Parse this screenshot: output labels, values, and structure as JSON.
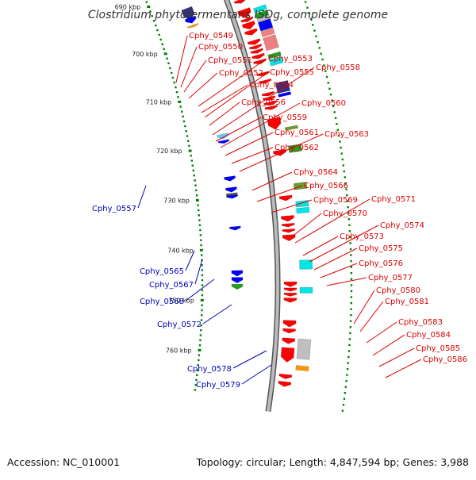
{
  "title": "Clostridium phytofermentans ISDg, complete genome",
  "accession": "Accession: NC_010001",
  "topology": "Topology: circular; Length: 4,847,594 bp; Genes: 3,988",
  "colors": {
    "red": "#ff0000",
    "light_red": "#f08080",
    "blue": "#0000ff",
    "navy": "#333380",
    "cyan": "#00e5e5",
    "light_blue": "#66ccff",
    "green": "#22a022",
    "olive": "#6b9b2e",
    "orange": "#ff9900",
    "gray": "#bfbfbf",
    "dark_gray": "#555555",
    "tick_green": "#008000",
    "label_red": "#dd0000",
    "label_blue": "#0000bb"
  },
  "ticks": [
    "690 kbp",
    "700 kbp",
    "710 kbp",
    "720 kbp",
    "730 kbp",
    "740 kbp",
    "750 kbp",
    "760 kbp"
  ],
  "labels_right": [
    "Cphy_0549",
    "Cphy_0550",
    "Cphy_0551",
    "Cphy_0552",
    "Cphy_0553",
    "Cphy_0554",
    "Cphy_0555",
    "Cphy_0556",
    "Cphy_0558",
    "Cphy_0559",
    "Cphy_0560",
    "Cphy_0561",
    "Cphy_0562",
    "Cphy_0563",
    "Cphy_0564",
    "Cphy_0566",
    "Cphy_0569",
    "Cphy_0570",
    "Cphy_0571",
    "Cphy_0573",
    "Cphy_0574",
    "Cphy_0575",
    "Cphy_0576",
    "Cphy_0577",
    "Cphy_0580",
    "Cphy_0581",
    "Cphy_0583",
    "Cphy_0584",
    "Cphy_0585",
    "Cphy_0586"
  ],
  "labels_left": [
    "Cphy_0557",
    "Cphy_0565",
    "Cphy_0567",
    "Cphy_0568",
    "Cphy_0572",
    "Cphy_0578",
    "Cphy_0579"
  ],
  "features_outer": [
    {
      "pos": 687.5,
      "len": 1.2,
      "color": "red"
    },
    {
      "pos": 693.2,
      "len": 1.5,
      "color": "red"
    },
    {
      "pos": 694.9,
      "len": 0.7,
      "color": "red"
    },
    {
      "pos": 696.8,
      "len": 1.6,
      "color": "red"
    },
    {
      "pos": 698.5,
      "len": 0.6,
      "color": "red"
    },
    {
      "pos": 699.3,
      "len": 1.2,
      "color": "red"
    },
    {
      "pos": 700.7,
      "len": 0.9,
      "color": "red"
    },
    {
      "pos": 702.6,
      "len": 0.8,
      "color": "red"
    },
    {
      "pos": 703.6,
      "len": 0.6,
      "color": "red"
    },
    {
      "pos": 704.4,
      "len": 0.6,
      "color": "red"
    },
    {
      "pos": 705.3,
      "len": 0.7,
      "color": "red"
    },
    {
      "pos": 706.3,
      "len": 0.7,
      "color": "red"
    },
    {
      "pos": 708.6,
      "len": 0.6,
      "color": "red"
    },
    {
      "pos": 710.0,
      "len": 0.6,
      "color": "red"
    },
    {
      "pos": 712.3,
      "len": 0.6,
      "color": "red"
    },
    {
      "pos": 713.1,
      "len": 0.6,
      "color": "red"
    },
    {
      "pos": 714.0,
      "len": 0.6,
      "color": "red"
    },
    {
      "pos": 714.8,
      "len": 0.6,
      "color": "red"
    },
    {
      "pos": 717.0,
      "len": 2.0,
      "color": "red"
    },
    {
      "pos": 722.8,
      "len": 1.0,
      "color": "red"
    },
    {
      "pos": 731.0,
      "len": 0.9,
      "color": "red"
    },
    {
      "pos": 734.6,
      "len": 1.0,
      "color": "red"
    },
    {
      "pos": 736.0,
      "len": 0.6,
      "color": "red"
    },
    {
      "pos": 737.0,
      "len": 0.6,
      "color": "red"
    },
    {
      "pos": 738.0,
      "len": 1.1,
      "color": "red"
    },
    {
      "pos": 746.4,
      "len": 0.9,
      "color": "red"
    },
    {
      "pos": 747.5,
      "len": 0.6,
      "color": "red"
    },
    {
      "pos": 748.4,
      "len": 0.6,
      "color": "red"
    },
    {
      "pos": 749.3,
      "len": 0.8,
      "color": "red"
    },
    {
      "pos": 753.3,
      "len": 1.2,
      "color": "red"
    },
    {
      "pos": 754.8,
      "len": 0.8,
      "color": "red"
    },
    {
      "pos": 756.5,
      "len": 1.0,
      "color": "red"
    },
    {
      "pos": 758.2,
      "len": 2.6,
      "color": "red"
    },
    {
      "pos": 763.0,
      "len": 0.8,
      "color": "red"
    },
    {
      "pos": 764.3,
      "len": 0.9,
      "color": "red"
    }
  ],
  "features_middle": [
    {
      "pos": 686.0,
      "len": 1.4,
      "color": "cyan"
    },
    {
      "pos": 692.2,
      "len": 1.5,
      "color": "cyan"
    },
    {
      "pos": 694.0,
      "len": 0.9,
      "color": "cyan"
    },
    {
      "pos": 697.2,
      "len": 0.8,
      "color": "cyan"
    },
    {
      "pos": 698.2,
      "len": 0.9,
      "color": "green"
    },
    {
      "pos": 699.2,
      "len": 0.5,
      "color": "gray"
    },
    {
      "pos": 699.8,
      "len": 1.6,
      "color": "blue"
    },
    {
      "pos": 701.5,
      "len": 1.0,
      "color": "light_red"
    },
    {
      "pos": 702.7,
      "len": 2.3,
      "color": "light_red"
    },
    {
      "pos": 705.8,
      "len": 0.7,
      "color": "green"
    },
    {
      "pos": 706.7,
      "len": 1.1,
      "color": "cyan"
    },
    {
      "pos": 711.0,
      "len": 1.8,
      "color": "navy"
    },
    {
      "pos": 713.0,
      "len": 0.5,
      "color": "blue"
    },
    {
      "pos": 719.0,
      "len": 0.5,
      "color": "olive"
    },
    {
      "pos": 722.3,
      "len": 1.2,
      "color": "green"
    },
    {
      "pos": 729.0,
      "len": 1.1,
      "color": "olive"
    },
    {
      "pos": 732.2,
      "len": 1.0,
      "color": "cyan"
    },
    {
      "pos": 733.4,
      "len": 0.9,
      "color": "cyan"
    },
    {
      "pos": 742.6,
      "len": 1.6,
      "color": "cyan"
    },
    {
      "pos": 747.4,
      "len": 1.0,
      "color": "cyan"
    },
    {
      "pos": 756.5,
      "len": 3.5,
      "color": "gray"
    },
    {
      "pos": 761.2,
      "len": 0.8,
      "color": "orange"
    }
  ],
  "features_inner": [
    {
      "pos": 687.0,
      "len": 0.8,
      "color": "blue"
    },
    {
      "pos": 693.0,
      "len": 2.3,
      "color": "navy"
    },
    {
      "pos": 694.9,
      "len": 1.1,
      "color": "blue"
    },
    {
      "pos": 696.4,
      "len": 0.4,
      "color": "orange"
    },
    {
      "pos": 718.0,
      "len": 0.9,
      "color": "light_blue"
    },
    {
      "pos": 719.2,
      "len": 0.6,
      "color": "blue"
    },
    {
      "pos": 726.2,
      "len": 0.9,
      "color": "blue"
    },
    {
      "pos": 728.3,
      "len": 0.9,
      "color": "blue"
    },
    {
      "pos": 729.4,
      "len": 1.0,
      "color": "dark_gray"
    },
    {
      "pos": 729.8,
      "len": 0.6,
      "color": "blue"
    },
    {
      "pos": 735.8,
      "len": 0.7,
      "color": "blue"
    },
    {
      "pos": 744.2,
      "len": 1.1,
      "color": "blue"
    },
    {
      "pos": 745.5,
      "len": 1.1,
      "color": "blue"
    },
    {
      "pos": 746.8,
      "len": 1.0,
      "color": "green"
    }
  ]
}
